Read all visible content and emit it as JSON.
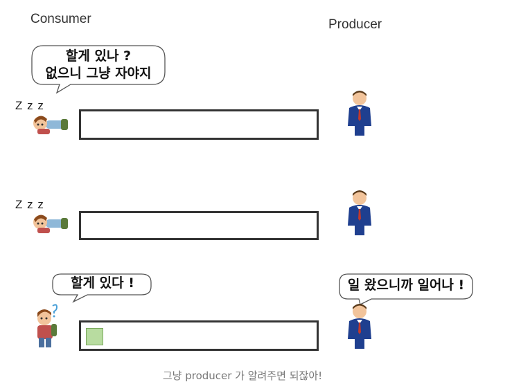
{
  "headers": {
    "consumer": "Consumer",
    "producer": "Producer"
  },
  "rows": [
    {
      "consumer_speech": [
        "할게 있나 ?",
        "없으니 그냥 자야지"
      ],
      "zzz": "Z z z",
      "queue_items": 0,
      "producer_speech": ""
    },
    {
      "consumer_speech": [],
      "zzz": "Z z z",
      "queue_items": 0,
      "producer_speech": ""
    },
    {
      "consumer_speech": [
        "할게 있다 !"
      ],
      "zzz": "",
      "queue_items": 1,
      "producer_speech": "일 왔으니까 일어나 !"
    }
  ],
  "caption": "그냥 producer 가 알려주면 되잖아!",
  "colors": {
    "queue_border": "#333333",
    "queue_item": "#b8dca0",
    "suit": "#1f3f8f",
    "tie": "#c0392b"
  }
}
